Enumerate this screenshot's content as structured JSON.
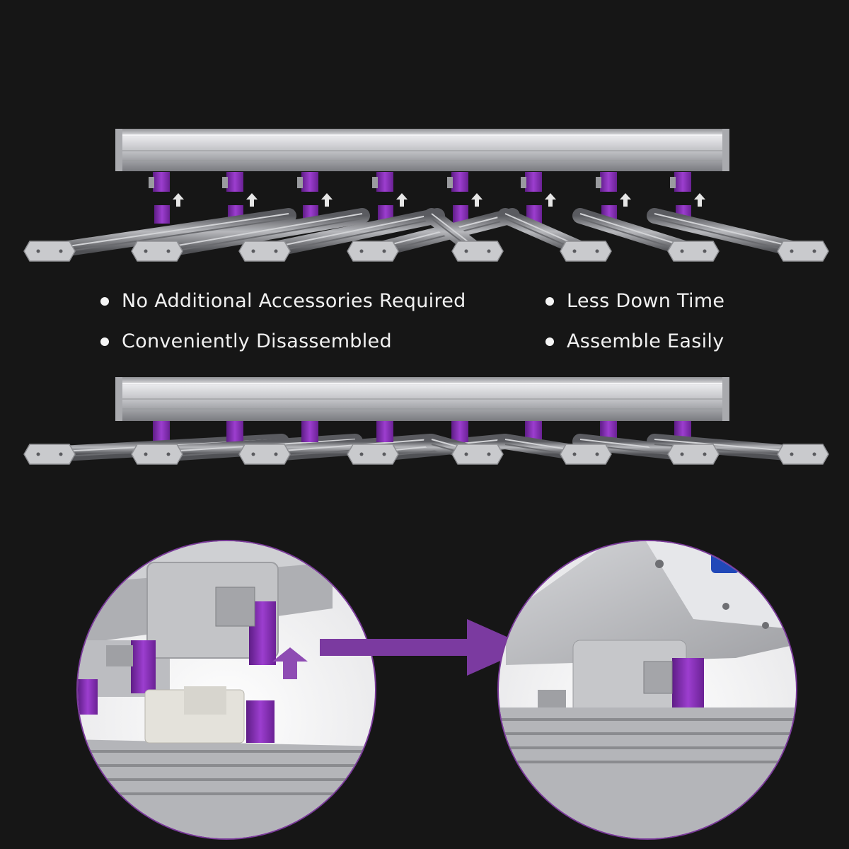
{
  "features": [
    {
      "text": "No Additional Accessories Required"
    },
    {
      "text": "Conveniently Disassembled"
    },
    {
      "text": "Less Down Time"
    },
    {
      "text": "Assemble Easily"
    }
  ],
  "colors": {
    "background": "#161616",
    "accent_purple": "#8a2fb8",
    "aluminum": "#c9c9cc",
    "arrow_purple": "#7b3aa0"
  },
  "icons": {
    "bullet": "bullet-dot",
    "up_arrow": "arrow-up-icon",
    "assembly_arrow": "arrow-right-icon"
  }
}
